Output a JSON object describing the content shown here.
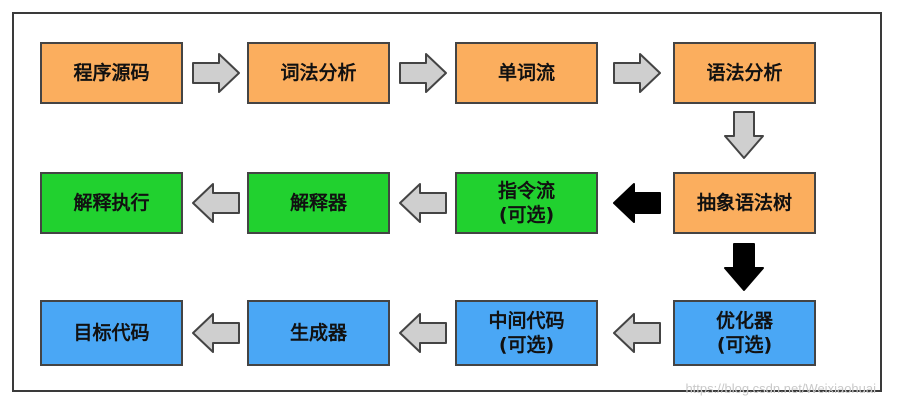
{
  "nodes": {
    "source_code": "程序源码",
    "lexical_analysis": "词法分析",
    "token_stream": "单词流",
    "syntax_analysis": "语法分析",
    "ast": "抽象语法树",
    "instruction_stream": {
      "line1": "指令流",
      "line2": "(可选)"
    },
    "interpreter": "解释器",
    "interpret_execute": "解释执行",
    "optimizer": {
      "line1": "优化器",
      "line2": "(可选)"
    },
    "intermediate_code": {
      "line1": "中间代码",
      "line2": "(可选)"
    },
    "generator": "生成器",
    "target_code": "目标代码"
  },
  "colors": {
    "orange": "#fbae5e",
    "green": "#21d12f",
    "blue": "#4aa7f5",
    "gray_arrow": "#cfcfcf",
    "black_arrow": "#000000"
  },
  "watermark": "https://blog.csdn.net/Weixiaohuai"
}
